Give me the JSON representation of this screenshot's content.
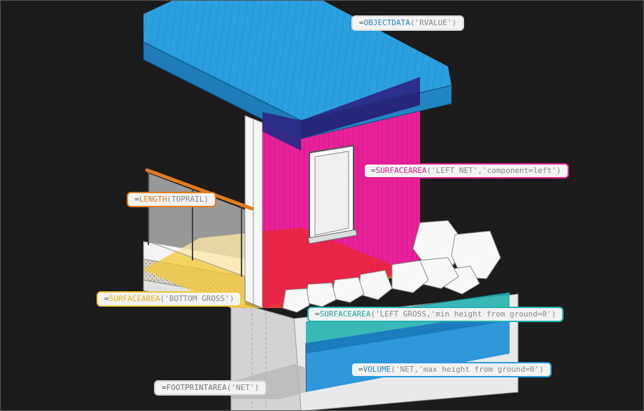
{
  "colors": {
    "roof_blue": "#2c9fdf",
    "wall_magenta": "#e8209a",
    "overlap_navy": "#2a2a86",
    "rail_orange": "#e07b1f",
    "floor_yellow": "#f4c93a",
    "gross_teal": "#27b3b0",
    "volume_blue": "#1e8fd8",
    "footprint_gray": "#b9b9b9",
    "background": "#1c1c1c"
  },
  "annotations": [
    {
      "id": "objectdata",
      "func": "OBJECTDATA",
      "args": "('RVALUE')",
      "color": "#2a86c9",
      "border": "#dcdcdc"
    },
    {
      "id": "surfacearea-left-net",
      "func": "SURFACEAREA",
      "args": "('LEFT NET','component=left')",
      "color": "#e0208f",
      "border": "#e0208f"
    },
    {
      "id": "length-toprail",
      "func": "LENGTH",
      "args": "(TOPRAIL)",
      "color": "#e07b1f",
      "border": "#e07b1f"
    },
    {
      "id": "surfacearea-bottom-gross",
      "func": "SURFACEAREA",
      "args": "('BOTTOM GROSS')",
      "color": "#e8b51c",
      "border": "#f0c93d"
    },
    {
      "id": "surfacearea-left-gross",
      "func": "SURFACEAREA",
      "args": "('LEFT GROSS,'min height from ground=0')",
      "color": "#1fa6a3",
      "border": "#27b3b0"
    },
    {
      "id": "volume-net",
      "func": "VOLUME",
      "args": "('NET,'max height from ground=0')",
      "color": "#1e86cf",
      "border": "#2a9de0"
    },
    {
      "id": "footprintarea-net",
      "func": "FOOTPRINTAREA",
      "args": "('NET')",
      "color": "#777777",
      "border": "#cfcfcf"
    }
  ],
  "eq_sign": "="
}
